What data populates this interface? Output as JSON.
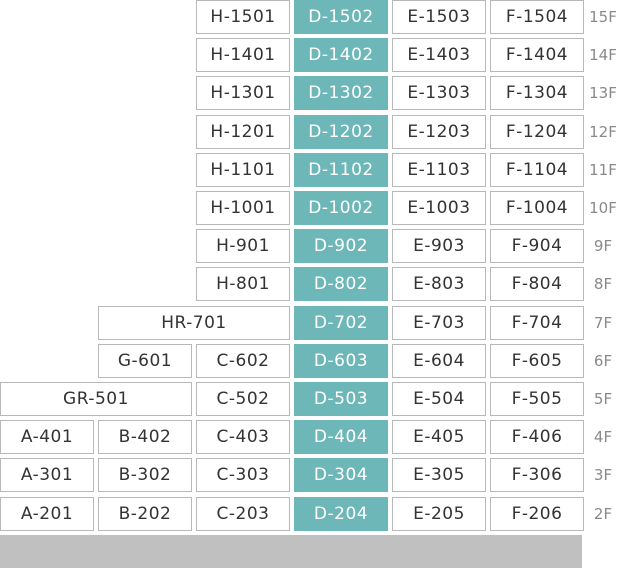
{
  "colors": {
    "highlight": "#6eb7b9",
    "border": "#b8b8b8",
    "ground": "#c0c0c0"
  },
  "floors": [
    {
      "label": "15F",
      "units": [
        {
          "col": 2,
          "span": 1,
          "label": "H-1501"
        },
        {
          "col": 3,
          "span": 1,
          "label": "D-1502",
          "highlight": true
        },
        {
          "col": 4,
          "span": 1,
          "label": "E-1503"
        },
        {
          "col": 5,
          "span": 1,
          "label": "F-1504"
        }
      ]
    },
    {
      "label": "14F",
      "units": [
        {
          "col": 2,
          "span": 1,
          "label": "H-1401"
        },
        {
          "col": 3,
          "span": 1,
          "label": "D-1402",
          "highlight": true
        },
        {
          "col": 4,
          "span": 1,
          "label": "E-1403"
        },
        {
          "col": 5,
          "span": 1,
          "label": "F-1404"
        }
      ]
    },
    {
      "label": "13F",
      "units": [
        {
          "col": 2,
          "span": 1,
          "label": "H-1301"
        },
        {
          "col": 3,
          "span": 1,
          "label": "D-1302",
          "highlight": true
        },
        {
          "col": 4,
          "span": 1,
          "label": "E-1303"
        },
        {
          "col": 5,
          "span": 1,
          "label": "F-1304"
        }
      ]
    },
    {
      "label": "12F",
      "units": [
        {
          "col": 2,
          "span": 1,
          "label": "H-1201"
        },
        {
          "col": 3,
          "span": 1,
          "label": "D-1202",
          "highlight": true
        },
        {
          "col": 4,
          "span": 1,
          "label": "E-1203"
        },
        {
          "col": 5,
          "span": 1,
          "label": "F-1204"
        }
      ]
    },
    {
      "label": "11F",
      "units": [
        {
          "col": 2,
          "span": 1,
          "label": "H-1101"
        },
        {
          "col": 3,
          "span": 1,
          "label": "D-1102",
          "highlight": true
        },
        {
          "col": 4,
          "span": 1,
          "label": "E-1103"
        },
        {
          "col": 5,
          "span": 1,
          "label": "F-1104"
        }
      ]
    },
    {
      "label": "10F",
      "units": [
        {
          "col": 2,
          "span": 1,
          "label": "H-1001"
        },
        {
          "col": 3,
          "span": 1,
          "label": "D-1002",
          "highlight": true
        },
        {
          "col": 4,
          "span": 1,
          "label": "E-1003"
        },
        {
          "col": 5,
          "span": 1,
          "label": "F-1004"
        }
      ]
    },
    {
      "label": "9F",
      "units": [
        {
          "col": 2,
          "span": 1,
          "label": "H-901"
        },
        {
          "col": 3,
          "span": 1,
          "label": "D-902",
          "highlight": true
        },
        {
          "col": 4,
          "span": 1,
          "label": "E-903"
        },
        {
          "col": 5,
          "span": 1,
          "label": "F-904"
        }
      ]
    },
    {
      "label": "8F",
      "units": [
        {
          "col": 2,
          "span": 1,
          "label": "H-801"
        },
        {
          "col": 3,
          "span": 1,
          "label": "D-802",
          "highlight": true
        },
        {
          "col": 4,
          "span": 1,
          "label": "E-803"
        },
        {
          "col": 5,
          "span": 1,
          "label": "F-804"
        }
      ]
    },
    {
      "label": "7F",
      "units": [
        {
          "col": 1,
          "span": 2,
          "label": "HR-701"
        },
        {
          "col": 3,
          "span": 1,
          "label": "D-702",
          "highlight": true
        },
        {
          "col": 4,
          "span": 1,
          "label": "E-703"
        },
        {
          "col": 5,
          "span": 1,
          "label": "F-704"
        }
      ]
    },
    {
      "label": "6F",
      "units": [
        {
          "col": 1,
          "span": 1,
          "label": "G-601"
        },
        {
          "col": 2,
          "span": 1,
          "label": "C-602"
        },
        {
          "col": 3,
          "span": 1,
          "label": "D-603",
          "highlight": true
        },
        {
          "col": 4,
          "span": 1,
          "label": "E-604"
        },
        {
          "col": 5,
          "span": 1,
          "label": "F-605"
        }
      ]
    },
    {
      "label": "5F",
      "units": [
        {
          "col": 0,
          "span": 2,
          "label": "GR-501"
        },
        {
          "col": 2,
          "span": 1,
          "label": "C-502"
        },
        {
          "col": 3,
          "span": 1,
          "label": "D-503",
          "highlight": true
        },
        {
          "col": 4,
          "span": 1,
          "label": "E-504"
        },
        {
          "col": 5,
          "span": 1,
          "label": "F-505"
        }
      ]
    },
    {
      "label": "4F",
      "units": [
        {
          "col": 0,
          "span": 1,
          "label": "A-401"
        },
        {
          "col": 1,
          "span": 1,
          "label": "B-402"
        },
        {
          "col": 2,
          "span": 1,
          "label": "C-403"
        },
        {
          "col": 3,
          "span": 1,
          "label": "D-404",
          "highlight": true
        },
        {
          "col": 4,
          "span": 1,
          "label": "E-405"
        },
        {
          "col": 5,
          "span": 1,
          "label": "F-406"
        }
      ]
    },
    {
      "label": "3F",
      "units": [
        {
          "col": 0,
          "span": 1,
          "label": "A-301"
        },
        {
          "col": 1,
          "span": 1,
          "label": "B-302"
        },
        {
          "col": 2,
          "span": 1,
          "label": "C-303"
        },
        {
          "col": 3,
          "span": 1,
          "label": "D-304",
          "highlight": true
        },
        {
          "col": 4,
          "span": 1,
          "label": "E-305"
        },
        {
          "col": 5,
          "span": 1,
          "label": "F-306"
        }
      ]
    },
    {
      "label": "2F",
      "units": [
        {
          "col": 0,
          "span": 1,
          "label": "A-201"
        },
        {
          "col": 1,
          "span": 1,
          "label": "B-202"
        },
        {
          "col": 2,
          "span": 1,
          "label": "C-203"
        },
        {
          "col": 3,
          "span": 1,
          "label": "D-204",
          "highlight": true
        },
        {
          "col": 4,
          "span": 1,
          "label": "E-205"
        },
        {
          "col": 5,
          "span": 1,
          "label": "F-206"
        }
      ]
    }
  ]
}
